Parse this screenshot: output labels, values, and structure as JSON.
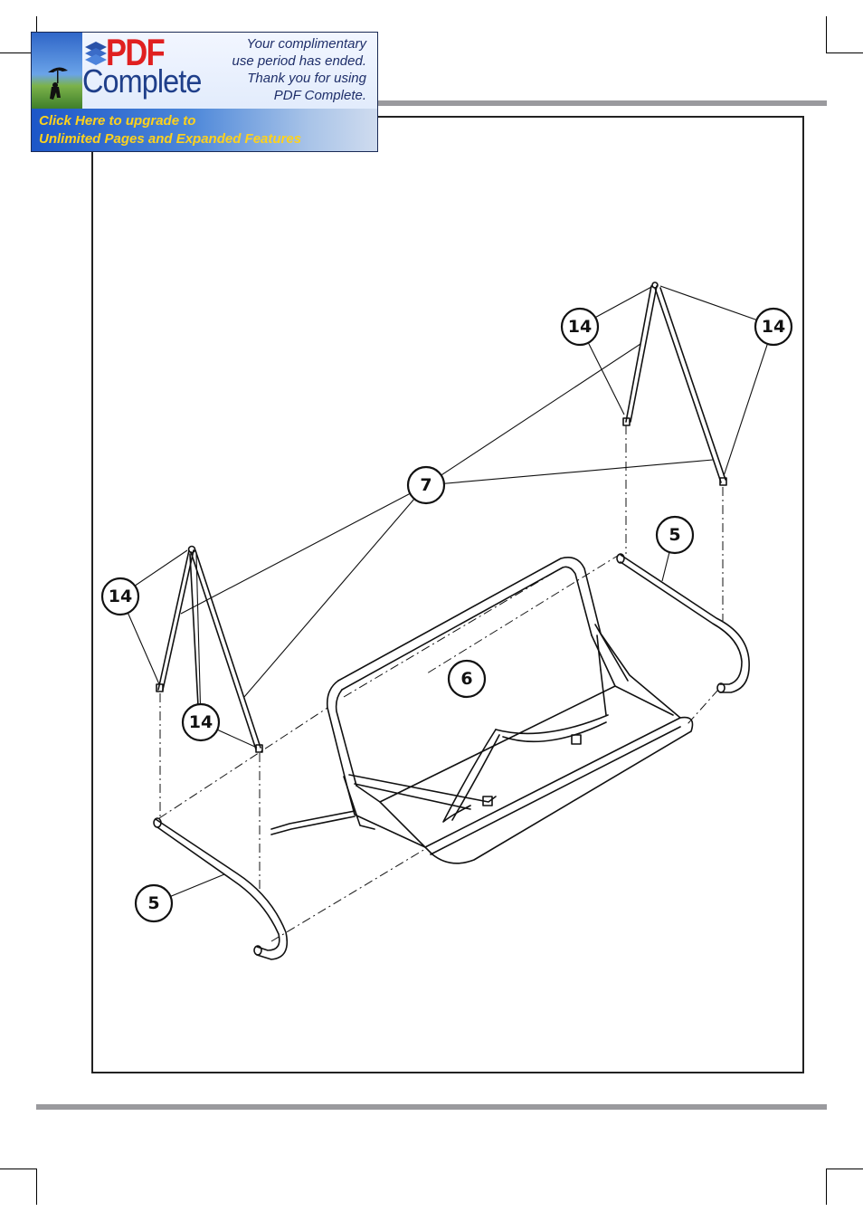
{
  "banner": {
    "brand_pdf": "PDF",
    "brand_complete": "Complete",
    "message_lines": [
      "Your complimentary",
      "use period has ended.",
      "Thank you for using",
      "PDF Complete."
    ],
    "cta_lines": [
      "Click Here to upgrade to",
      "Unlimited Pages and Expanded Features"
    ]
  },
  "diagram": {
    "callouts": [
      {
        "id": "7",
        "label": "7"
      },
      {
        "id": "14-top-left",
        "label": "14"
      },
      {
        "id": "14-top-right",
        "label": "14"
      },
      {
        "id": "14-left",
        "label": "14"
      },
      {
        "id": "14-lower-left",
        "label": "14"
      },
      {
        "id": "5-right",
        "label": "5"
      },
      {
        "id": "5-left",
        "label": "5"
      },
      {
        "id": "6",
        "label": "6"
      }
    ]
  },
  "colors": {
    "rule": "#9a9a9e",
    "frame": "#222222",
    "banner_top": "#e3ecfb",
    "banner_bottom": "#1c56c8",
    "brand_red": "#e02020",
    "cta_yellow": "#ffd21c"
  }
}
